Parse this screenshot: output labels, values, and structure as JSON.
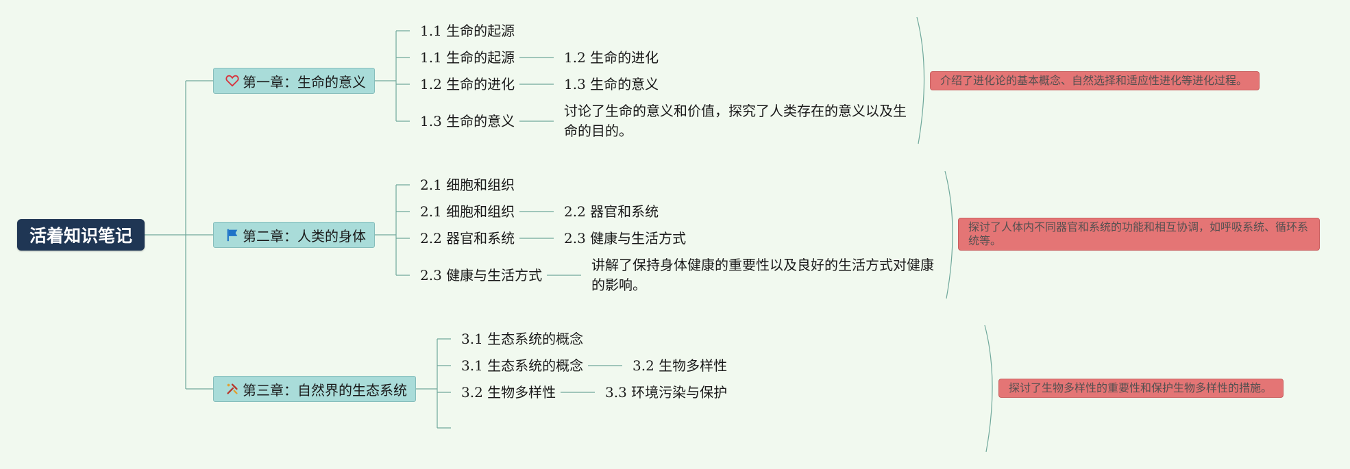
{
  "root": {
    "title": "活着知识笔记"
  },
  "chapters": [
    {
      "label": "第一章：生命的意义",
      "icon": "heart-icon",
      "topics": [
        {
          "label": "1.1 生命的起源",
          "child": ""
        },
        {
          "label": "1.1 生命的起源",
          "child": "1.2 生命的进化"
        },
        {
          "label": "1.2 生命的进化",
          "child": "1.3 生命的意义"
        },
        {
          "label": "1.3 生命的意义",
          "child": "讨论了生命的意义和价值，探究了人类存在的意义以及生命的目的。"
        }
      ],
      "note": "介绍了进化论的基本概念、自然选择和适应性进化等进化过程。"
    },
    {
      "label": "第二章：人类的身体",
      "icon": "flag-icon",
      "topics": [
        {
          "label": "2.1 细胞和组织",
          "child": ""
        },
        {
          "label": "2.1 细胞和组织",
          "child": "2.2 器官和系统"
        },
        {
          "label": "2.2 器官和系统",
          "child": "2.3 健康与生活方式"
        },
        {
          "label": "2.3 健康与生活方式",
          "child": "讲解了保持身体健康的重要性以及良好的生活方式对健康的影响。"
        }
      ],
      "note": "探讨了人体内不同器官和系统的功能和相互协调，如呼吸系统、循环系统等。"
    },
    {
      "label": "第三章：自然界的生态系统",
      "icon": "tools-icon",
      "topics": [
        {
          "label": "3.1 生态系统的概念",
          "child": ""
        },
        {
          "label": "3.1 生态系统的概念",
          "child": "3.2 生物多样性"
        },
        {
          "label": "3.2 生物多样性",
          "child": "3.3 环境污染与保护"
        },
        {
          "label": "",
          "child": ""
        }
      ],
      "note": "探讨了生物多样性的重要性和保护生物多样性的措施。"
    }
  ],
  "colors": {
    "line": "#6fa89b",
    "chapter_fill": "#a9dcd9",
    "note_fill": "#e47575",
    "root_fill": "#1f3654",
    "background": "#f1f9ef"
  }
}
